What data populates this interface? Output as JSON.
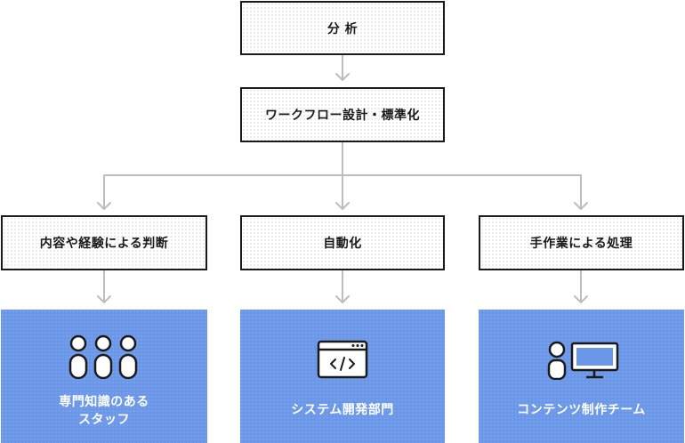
{
  "nodes": {
    "analysis": "分 析",
    "workflow": "ワークフロー設計・標準化",
    "expert": "内容や経験による判断",
    "automation": "自動化",
    "manual": "手作業による処理"
  },
  "teams": {
    "experts": {
      "line1": "専門知識のある",
      "line2": "スタッフ",
      "icon": "people-group-icon"
    },
    "system": {
      "label": "システム開発部門",
      "icon": "code-window-icon"
    },
    "content": {
      "label": "コンテンツ制作チーム",
      "icon": "person-computer-icon"
    }
  },
  "colors": {
    "team_fill": "#6b97e8",
    "connector": "#bdbdbd",
    "border": "#1a1a1a"
  }
}
